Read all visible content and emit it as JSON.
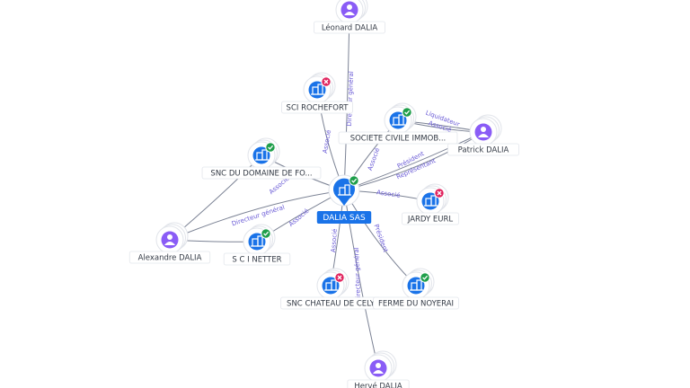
{
  "colors": {
    "company": "#1a73e8",
    "person": "#8a5cf6",
    "active": "#1e9e4a",
    "closed": "#e0245e",
    "edge": "#7b8294",
    "relation": "#6a5bd6"
  },
  "nodes": [
    {
      "id": "dalia_sas",
      "label": "DALIA SAS",
      "kind": "company",
      "status": "active",
      "center": true
    },
    {
      "id": "leonard",
      "label": "Léonard DALIA",
      "kind": "person"
    },
    {
      "id": "sci_rochefort",
      "label": "SCI ROCHEFORT",
      "kind": "company",
      "status": "closed"
    },
    {
      "id": "societe_civile",
      "label": "SOCIETE CIVILE IMMOB...",
      "kind": "company",
      "status": "active"
    },
    {
      "id": "patrick",
      "label": "Patrick DALIA",
      "kind": "person"
    },
    {
      "id": "snc_domaine",
      "label": "SNC DU DOMAINE DE FO...",
      "kind": "company",
      "status": "active"
    },
    {
      "id": "jardy",
      "label": "JARDY EURL",
      "kind": "company",
      "status": "closed"
    },
    {
      "id": "alexandre",
      "label": "Alexandre DALIA",
      "kind": "person"
    },
    {
      "id": "sci_netter",
      "label": "S C I NETTER",
      "kind": "company",
      "status": "active"
    },
    {
      "id": "snc_chateau",
      "label": "SNC CHATEAU DE CELY",
      "kind": "company",
      "status": "closed"
    },
    {
      "id": "ferme",
      "label": "FERME DU NOYERAI",
      "kind": "company",
      "status": "active"
    },
    {
      "id": "bottom_person",
      "label": "Hervé DALIA",
      "kind": "person"
    }
  ],
  "edges": [
    {
      "from": "leonard",
      "to": "dalia_sas",
      "label": "Directeur général"
    },
    {
      "from": "sci_rochefort",
      "to": "dalia_sas",
      "label": "Associé"
    },
    {
      "from": "societe_civile",
      "to": "dalia_sas",
      "label": "Associé"
    },
    {
      "from": "patrick",
      "to": "societe_civile",
      "label": "Liquidateur"
    },
    {
      "from": "patrick",
      "to": "societe_civile",
      "label": "Associé"
    },
    {
      "from": "patrick",
      "to": "dalia_sas",
      "label": "Président"
    },
    {
      "from": "patrick",
      "to": "dalia_sas",
      "label": "Représentant"
    },
    {
      "from": "snc_domaine",
      "to": "dalia_sas",
      "label": "Associé"
    },
    {
      "from": "dalia_sas",
      "to": "jardy",
      "label": "Associé"
    },
    {
      "from": "alexandre",
      "to": "dalia_sas",
      "label": "Directeur général"
    },
    {
      "from": "alexandre",
      "to": "snc_domaine",
      "label": ""
    },
    {
      "from": "alexandre",
      "to": "sci_netter",
      "label": ""
    },
    {
      "from": "sci_netter",
      "to": "dalia_sas",
      "label": "Associé"
    },
    {
      "from": "dalia_sas",
      "to": "snc_chateau",
      "label": "Associé"
    },
    {
      "from": "dalia_sas",
      "to": "ferme",
      "label": "Président"
    },
    {
      "from": "bottom_person",
      "to": "dalia_sas",
      "label": "Directeur général"
    }
  ]
}
